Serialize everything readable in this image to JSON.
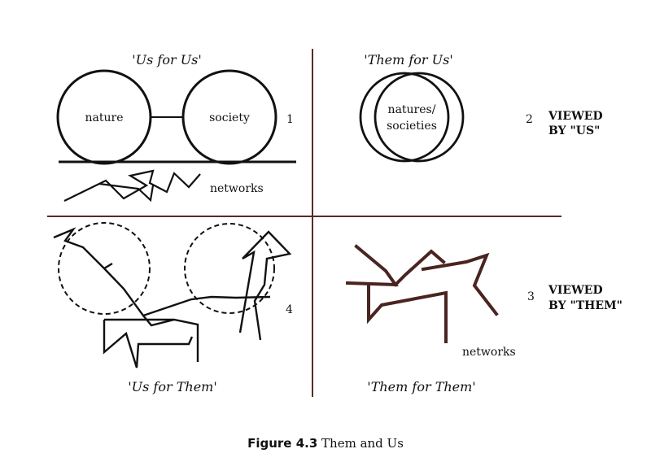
{
  "quadrants": {
    "top_left": {
      "title": "'Us for Us'",
      "circle_left": "nature",
      "circle_right": "society",
      "number": "1",
      "networks_label": "networks"
    },
    "top_right": {
      "title": "'Them for Us'",
      "center_line1": "natures/",
      "center_line2": "societies",
      "number": "2"
    },
    "bottom_right": {
      "title": "'Them for Them'",
      "networks_label": "networks",
      "number": "3"
    },
    "bottom_left": {
      "title": "'Us for Them'",
      "number": "4"
    }
  },
  "side_labels": {
    "us_line1": "VIEWED",
    "us_line2": "BY \"US\"",
    "them_line1": "VIEWED",
    "them_line2": "BY \"THEM\""
  },
  "caption": {
    "lead": "Figure 4.3",
    "text": "Them and Us"
  },
  "colors": {
    "ink": "#111111",
    "network_brown": "#4a2420",
    "divider": "#5a2a26"
  }
}
